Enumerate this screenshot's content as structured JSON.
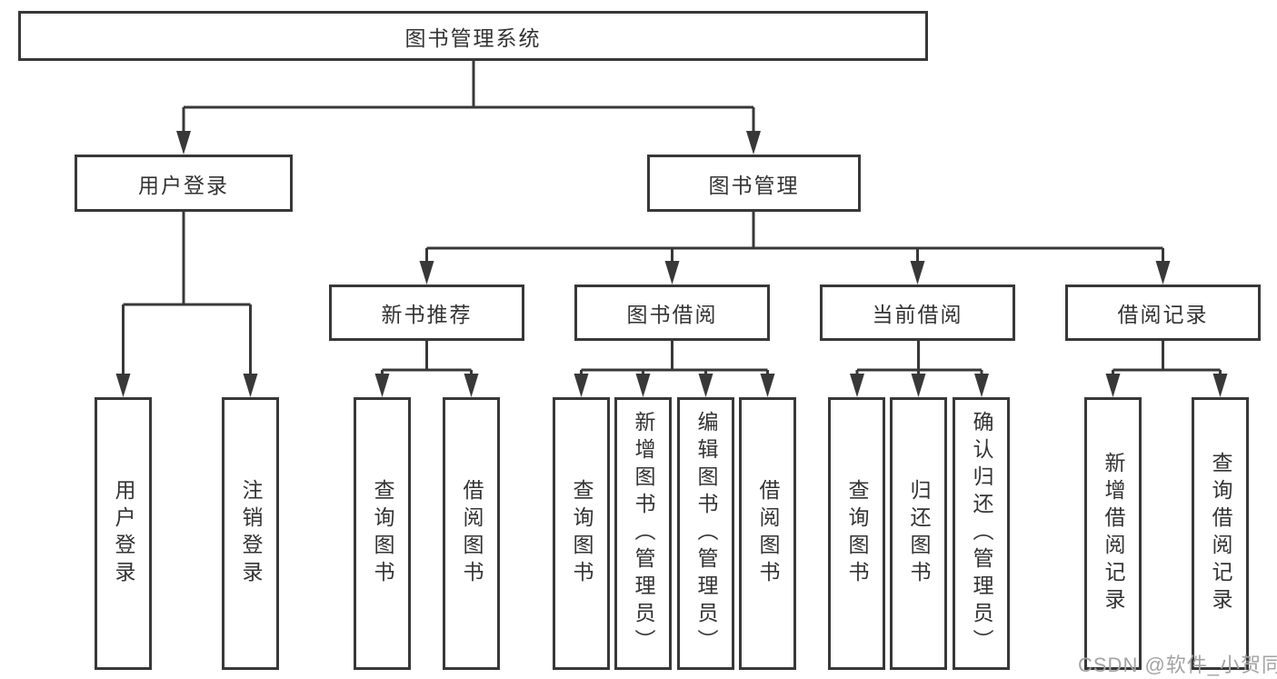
{
  "tree": {
    "root": {
      "label": "图书管理系统"
    },
    "level2": [
      {
        "label": "用户登录"
      },
      {
        "label": "图书管理"
      }
    ],
    "level3": [
      {
        "label": "新书推荐"
      },
      {
        "label": "图书借阅"
      },
      {
        "label": "当前借阅"
      },
      {
        "label": "借阅记录"
      }
    ],
    "leaves": [
      {
        "label": "用户登录"
      },
      {
        "label": "注销登录"
      },
      {
        "label": "查询图书"
      },
      {
        "label": "借阅图书"
      },
      {
        "label": "查询图书"
      },
      {
        "label": "新增图书（管理员）"
      },
      {
        "label": "编辑图书（管理员）"
      },
      {
        "label": "借阅图书"
      },
      {
        "label": "查询图书"
      },
      {
        "label": "归还图书"
      },
      {
        "label": "确认归还（管理员）"
      },
      {
        "label": "新增借阅记录"
      },
      {
        "label": "查询借阅记录"
      }
    ]
  },
  "colors": {
    "line": "#383838",
    "text": "#333333",
    "background": "#ffffff",
    "watermark": "#a3a3a3"
  },
  "watermark": {
    "text": "CSDN @软件_小贺同学"
  }
}
